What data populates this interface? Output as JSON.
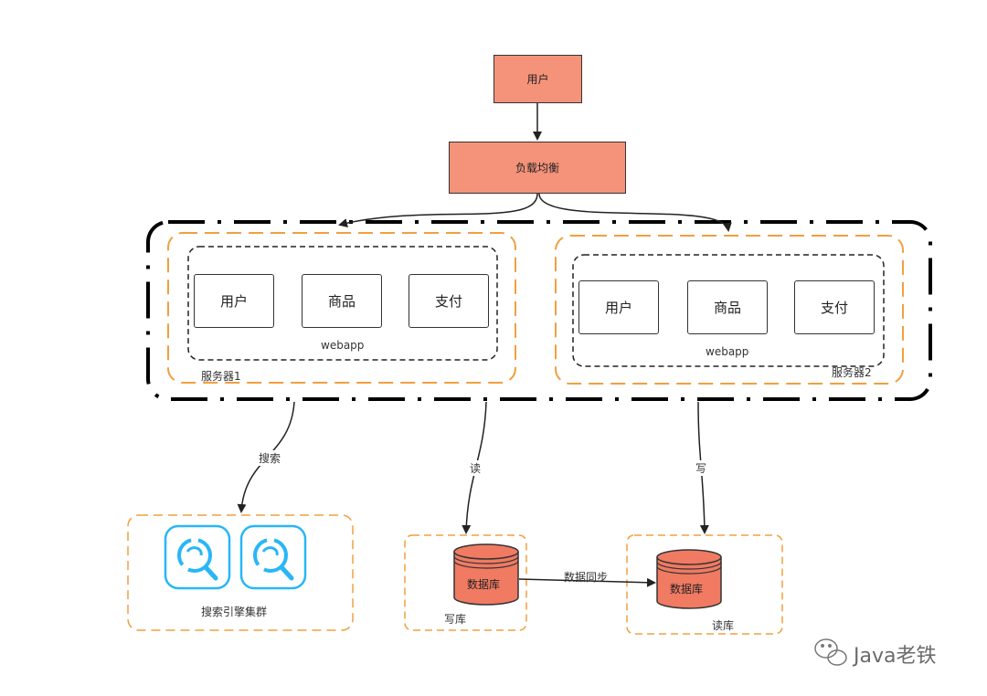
{
  "nodes": {
    "user": "用户",
    "load_balancer": "负载均衡",
    "server1": {
      "label": "服务器1",
      "webapp": "webapp",
      "modules": [
        "用户",
        "商品",
        "支付"
      ]
    },
    "server2": {
      "label": "服务器2",
      "webapp": "webapp",
      "modules": [
        "用户",
        "商品",
        "支付"
      ]
    },
    "search_cluster": "搜索引擎集群",
    "write_db": {
      "label": "写库",
      "db": "数据库"
    },
    "read_db": {
      "label": "读库",
      "db": "数据库"
    }
  },
  "edges": {
    "search": "搜索",
    "read": "读",
    "write": "写",
    "sync": "数据同步"
  },
  "watermark": "Java老铁",
  "colors": {
    "salmon": "#f4927a",
    "orange_dash": "#f0a040",
    "search_icon": "#29b6f6"
  }
}
